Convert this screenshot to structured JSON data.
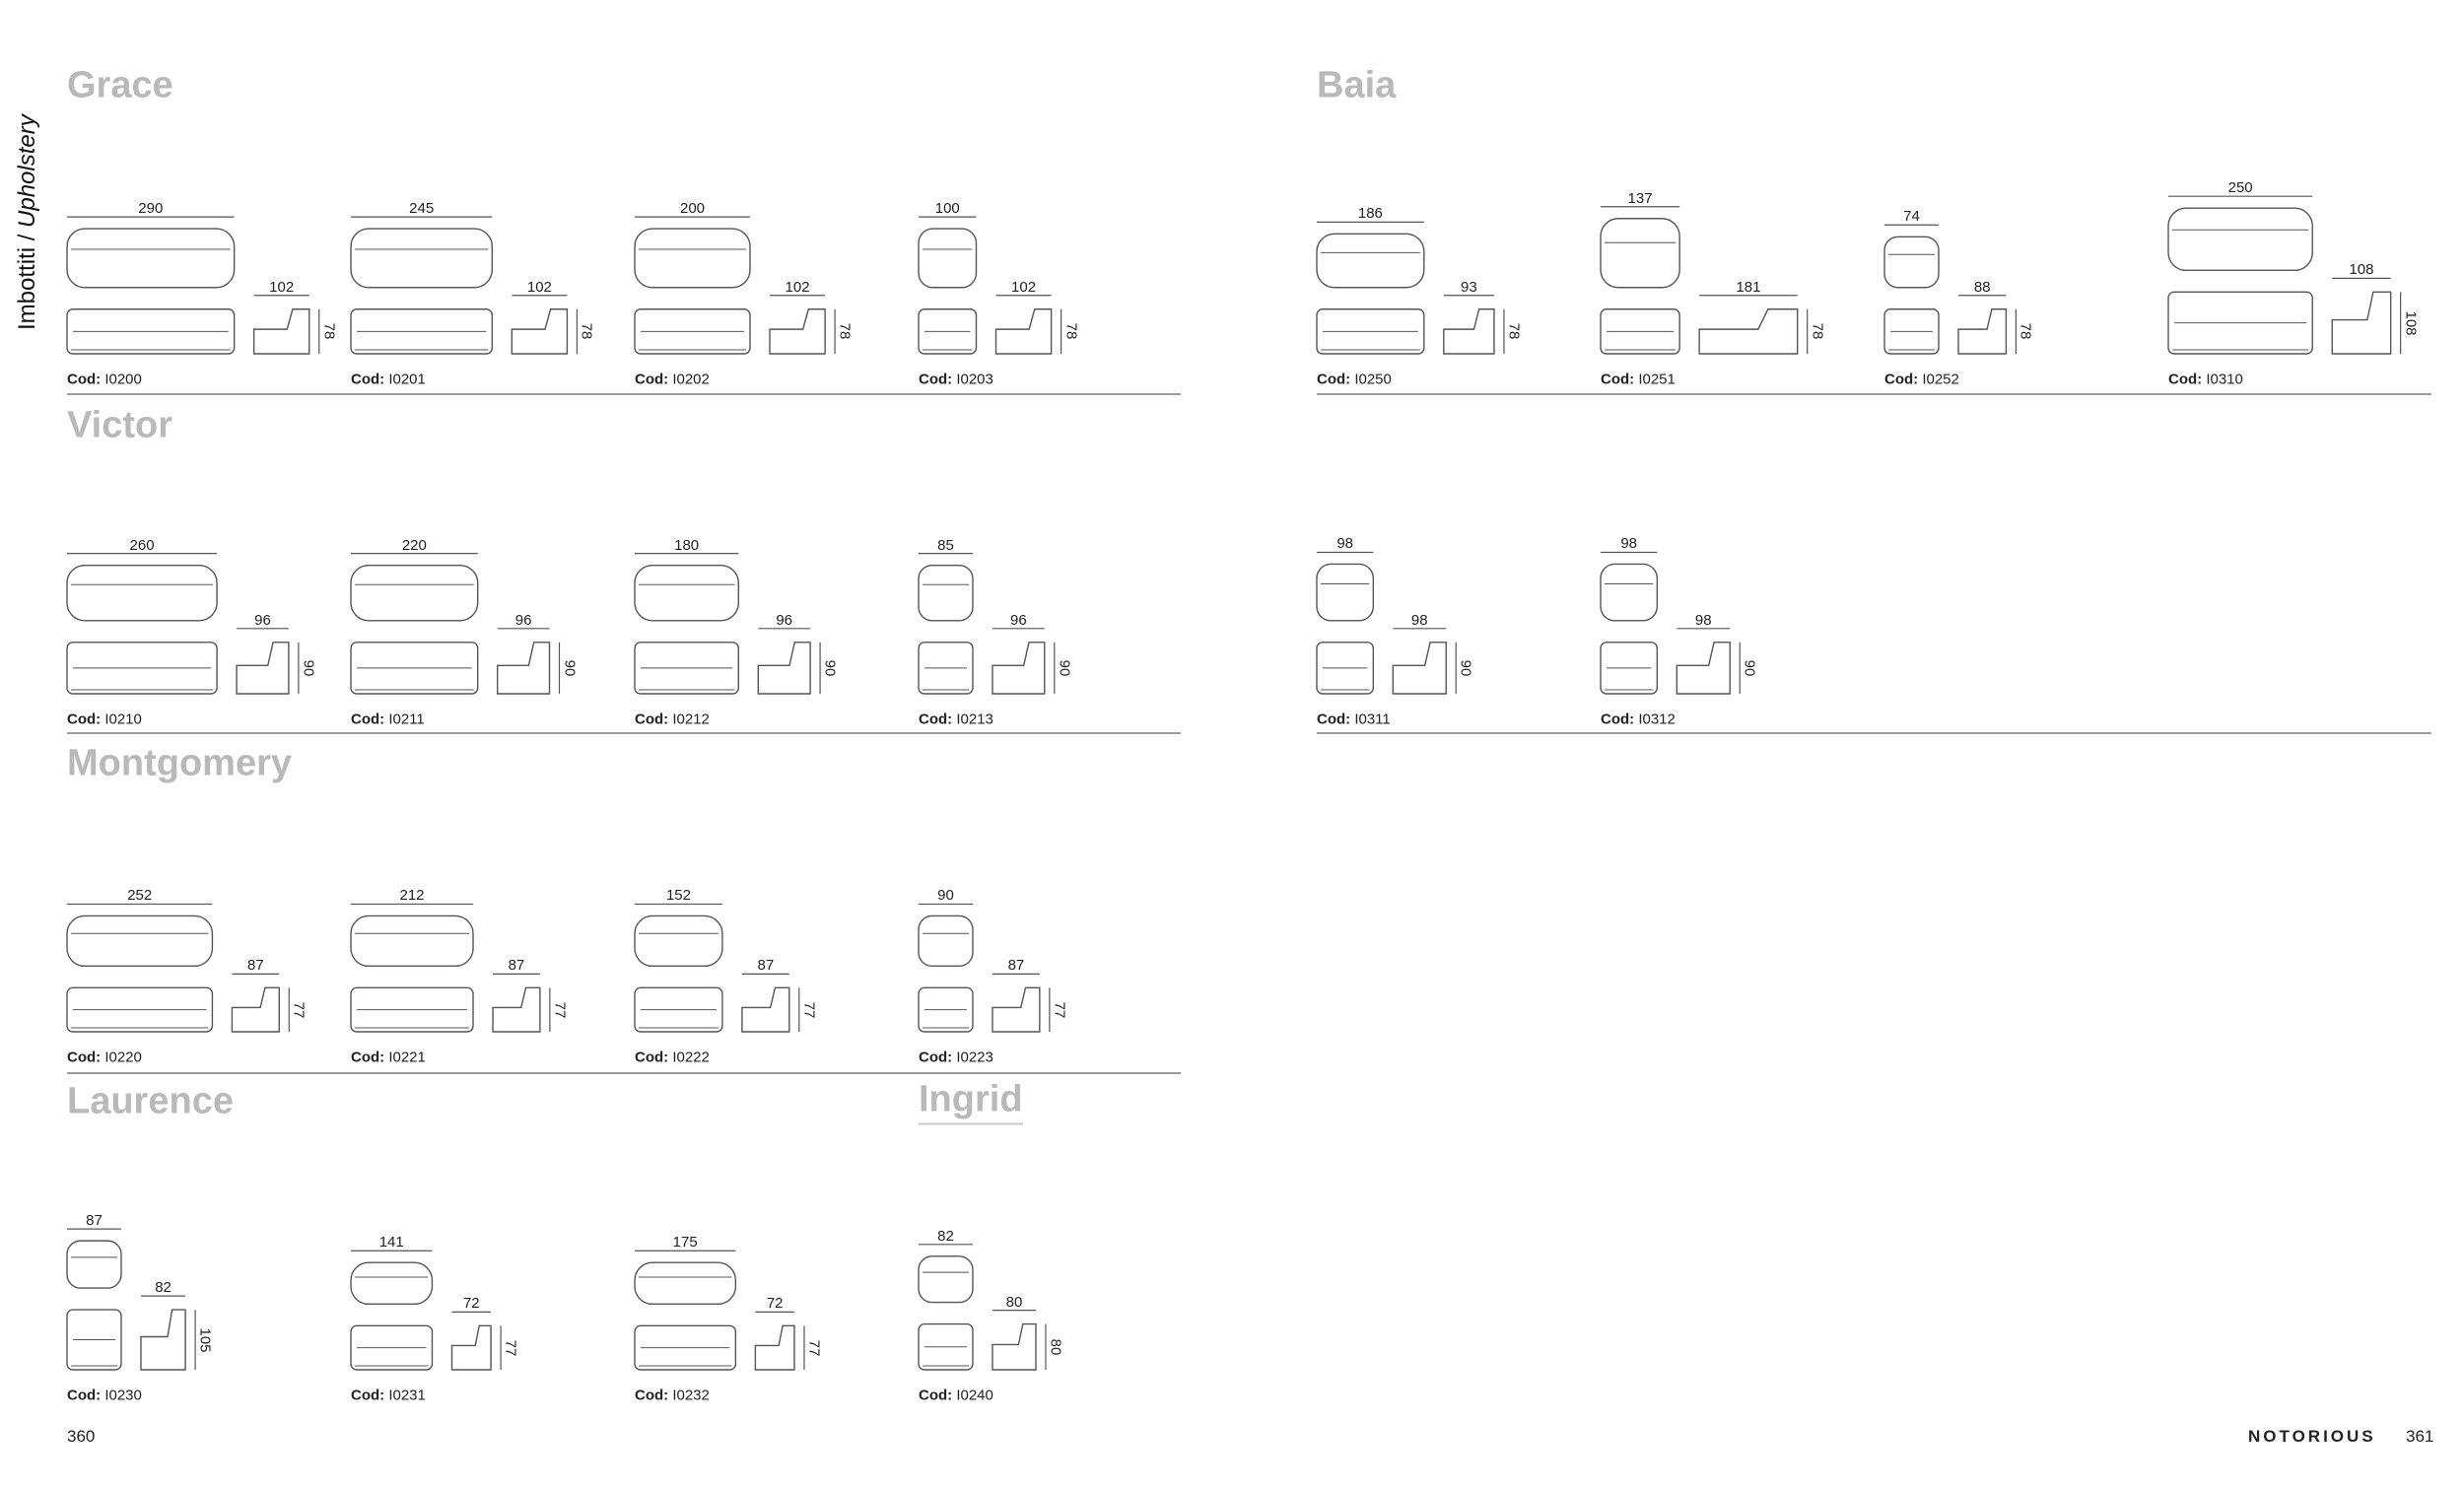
{
  "side_label": {
    "main": "Imbottiti / ",
    "italic": "Upholstery"
  },
  "cod_label": "Cod:",
  "footer": {
    "left_page": "360",
    "brand": "NOTORIOUS",
    "right_page": "361"
  },
  "sections": [
    {
      "title": "Grace",
      "products": [
        {
          "code": "I0200",
          "width": "290",
          "side": "102",
          "height": "78"
        },
        {
          "code": "I0201",
          "width": "245",
          "side": "102",
          "height": "78"
        },
        {
          "code": "I0202",
          "width": "200",
          "side": "102",
          "height": "78"
        },
        {
          "code": "I0203",
          "width": "100",
          "side": "102",
          "height": "78"
        }
      ]
    },
    {
      "title": "Victor",
      "products": [
        {
          "code": "I0210",
          "width": "260",
          "side": "96",
          "height": "90"
        },
        {
          "code": "I0211",
          "width": "220",
          "side": "96",
          "height": "90"
        },
        {
          "code": "I0212",
          "width": "180",
          "side": "96",
          "height": "90"
        },
        {
          "code": "I0213",
          "width": "85",
          "side": "96",
          "height": "90"
        }
      ]
    },
    {
      "title": "Montgomery",
      "products": [
        {
          "code": "I0220",
          "width": "252",
          "side": "87",
          "height": "77"
        },
        {
          "code": "I0221",
          "width": "212",
          "side": "87",
          "height": "77"
        },
        {
          "code": "I0222",
          "width": "152",
          "side": "87",
          "height": "77"
        },
        {
          "code": "I0223",
          "width": "90",
          "side": "87",
          "height": "77"
        }
      ]
    },
    {
      "title": "Laurence",
      "products": [
        {
          "code": "I0230",
          "width": "87",
          "side": "82",
          "height": "105"
        },
        {
          "code": "I0231",
          "width": "141",
          "side": "72",
          "height": "77"
        },
        {
          "code": "I0232",
          "width": "175",
          "side": "72",
          "height": "77"
        }
      ]
    },
    {
      "title": "Ingrid",
      "products": [
        {
          "code": "I0240",
          "width": "82",
          "side": "80",
          "height": "80"
        }
      ]
    },
    {
      "title": "Baia",
      "products": [
        {
          "code": "I0250",
          "width": "186",
          "side": "93",
          "height": "78"
        },
        {
          "code": "I0251",
          "width": "137",
          "side": "181",
          "height": "78"
        },
        {
          "code": "I0252",
          "width": "74",
          "side": "88",
          "height": "78"
        },
        {
          "code": "I0310",
          "width": "250",
          "side": "108",
          "height": "108"
        }
      ]
    },
    {
      "products": [
        {
          "code": "I0311",
          "width": "98",
          "side": "98",
          "height": "90"
        },
        {
          "code": "I0312",
          "width": "98",
          "side": "98",
          "height": "90"
        }
      ]
    }
  ]
}
